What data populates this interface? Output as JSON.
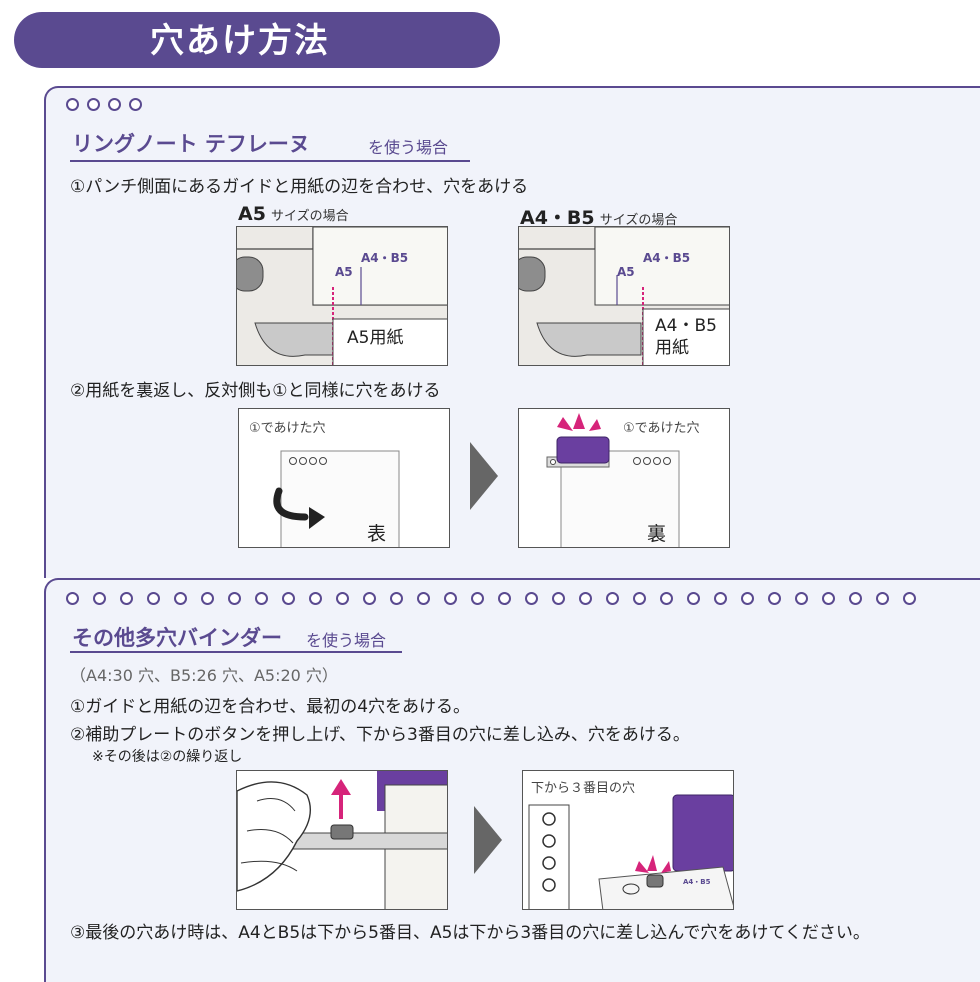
{
  "header": {
    "title": "穴あけ方法"
  },
  "section1": {
    "title": "リングノート テフレーヌ",
    "subtitle": "を使う場合",
    "step1": "①パンチ側面にあるガイドと用紙の辺を合わせ、穴をあける",
    "fig_a5": {
      "size": "A5",
      "caption": "サイズの場合",
      "label_a5": "A5",
      "label_a4b5": "A4・B5",
      "paper": "A5用紙"
    },
    "fig_a4b5": {
      "size": "A4・B5",
      "caption": "サイズの場合",
      "label_a5": "A5",
      "label_a4b5": "A4・B5",
      "paper_line1": "A4・B5",
      "paper_line2": "用紙"
    },
    "step2": "②用紙を裏返し、反対側も①と同様に穴をあける",
    "fig_front": {
      "hole_label": "①であけた穴",
      "side": "表"
    },
    "fig_back": {
      "hole_label": "①であけた穴",
      "side": "裏"
    }
  },
  "section2": {
    "title": "その他多穴バインダー",
    "subtitle": "を使う場合",
    "holes": "（A4:30 穴、B5:26 穴、A5:20 穴）",
    "step1": "①ガイドと用紙の辺を合わせ、最初の4穴をあける。",
    "step2": "②補助プレートのボタンを押し上げ、下から3番目の穴に差し込み、穴をあける。",
    "note": "※その後は②の繰り返し",
    "fig_right_label": "下から３番目の穴",
    "fig_small_label": "A4・B5",
    "step3": "③最後の穴あけ時は、A4とB5は下から5番目、A5は下から3番目の穴に差し込んで穴をあけてください。"
  },
  "colors": {
    "accent": "#5a4a90",
    "magenta": "#d6247a",
    "panel_bg": "#f1f3fa"
  }
}
